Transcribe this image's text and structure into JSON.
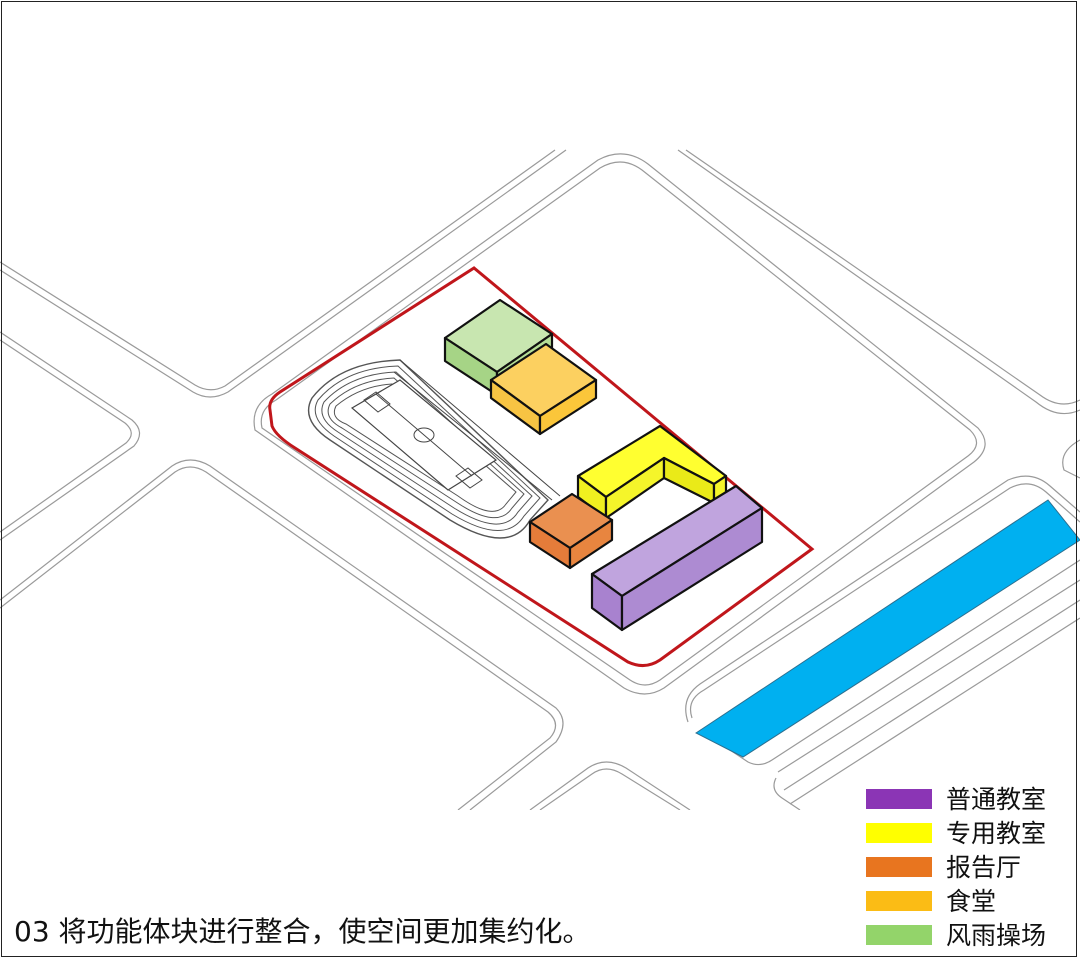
{
  "caption": "03 将功能体块进行整合，使空间更加集约化。",
  "legend": [
    {
      "label": "普通教室",
      "color": "#8b35b5"
    },
    {
      "label": "专用教室",
      "color": "#ffff00"
    },
    {
      "label": "报告厅",
      "color": "#e8751f"
    },
    {
      "label": "食堂",
      "color": "#fbbc15"
    },
    {
      "label": "风雨操场",
      "color": "#93d46a"
    }
  ],
  "colors": {
    "site_boundary": "#c0161b",
    "river": "#00b0f0",
    "gym_block": "#b5de96",
    "canteen_block": "#fcd060",
    "special_block": "#ffff30",
    "auditorium_block": "#ea9050",
    "classroom_block": "#ad8bd2"
  }
}
